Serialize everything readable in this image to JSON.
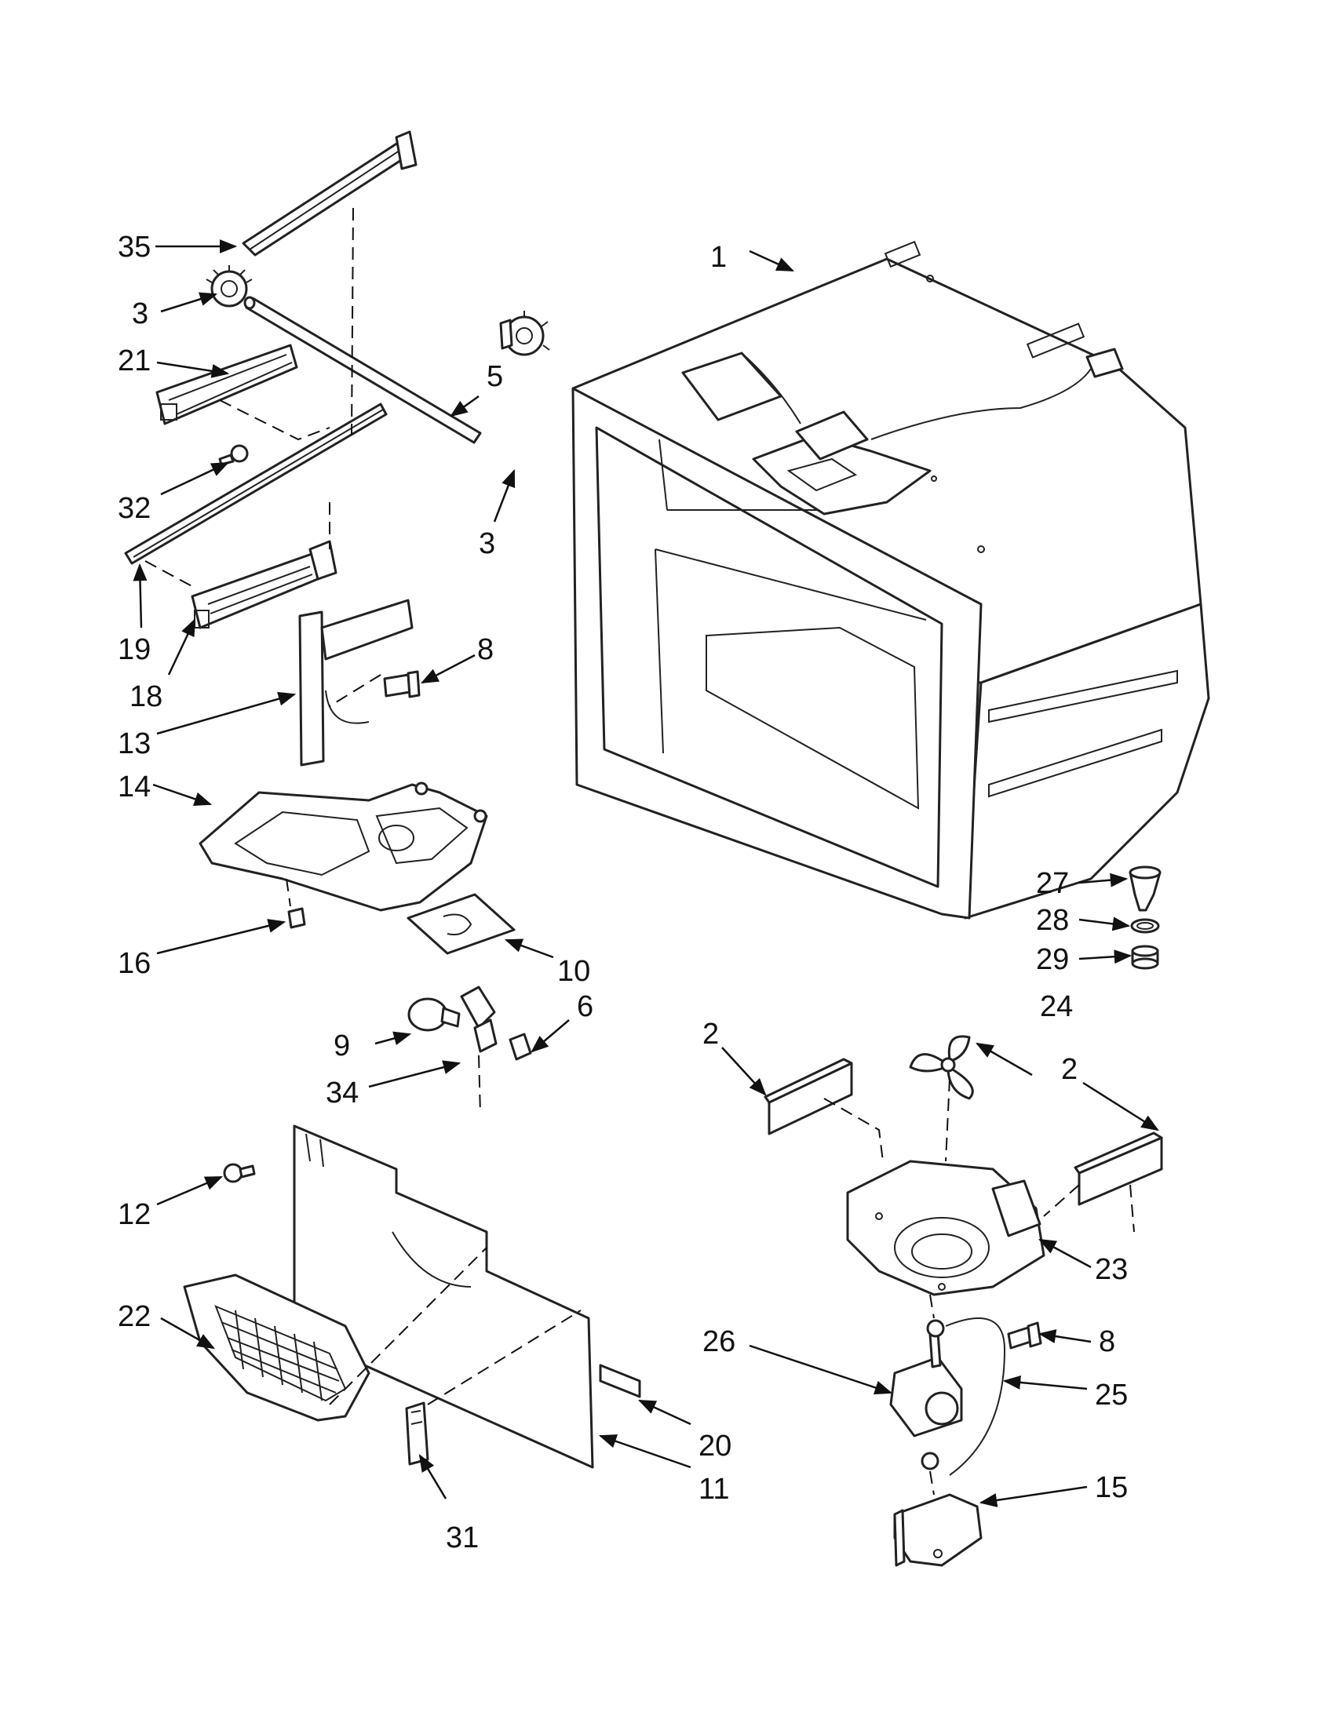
{
  "diagram": {
    "callouts": [
      {
        "id": "c1",
        "label": "1"
      },
      {
        "id": "c2a",
        "label": "2"
      },
      {
        "id": "c2b",
        "label": "2"
      },
      {
        "id": "c3a",
        "label": "3"
      },
      {
        "id": "c3b",
        "label": "3"
      },
      {
        "id": "c5",
        "label": "5"
      },
      {
        "id": "c6",
        "label": "6"
      },
      {
        "id": "c8a",
        "label": "8"
      },
      {
        "id": "c8b",
        "label": "8"
      },
      {
        "id": "c9",
        "label": "9"
      },
      {
        "id": "c10",
        "label": "10"
      },
      {
        "id": "c11",
        "label": "11"
      },
      {
        "id": "c12",
        "label": "12"
      },
      {
        "id": "c13",
        "label": "13"
      },
      {
        "id": "c14",
        "label": "14"
      },
      {
        "id": "c15",
        "label": "15"
      },
      {
        "id": "c16",
        "label": "16"
      },
      {
        "id": "c18",
        "label": "18"
      },
      {
        "id": "c19",
        "label": "19"
      },
      {
        "id": "c20",
        "label": "20"
      },
      {
        "id": "c21",
        "label": "21"
      },
      {
        "id": "c22",
        "label": "22"
      },
      {
        "id": "c23",
        "label": "23"
      },
      {
        "id": "c24",
        "label": "24"
      },
      {
        "id": "c25",
        "label": "25"
      },
      {
        "id": "c26",
        "label": "26"
      },
      {
        "id": "c27",
        "label": "27"
      },
      {
        "id": "c28",
        "label": "28"
      },
      {
        "id": "c29",
        "label": "29"
      },
      {
        "id": "c31",
        "label": "31"
      },
      {
        "id": "c32",
        "label": "32"
      },
      {
        "id": "c34",
        "label": "34"
      },
      {
        "id": "c35",
        "label": "35"
      }
    ]
  }
}
